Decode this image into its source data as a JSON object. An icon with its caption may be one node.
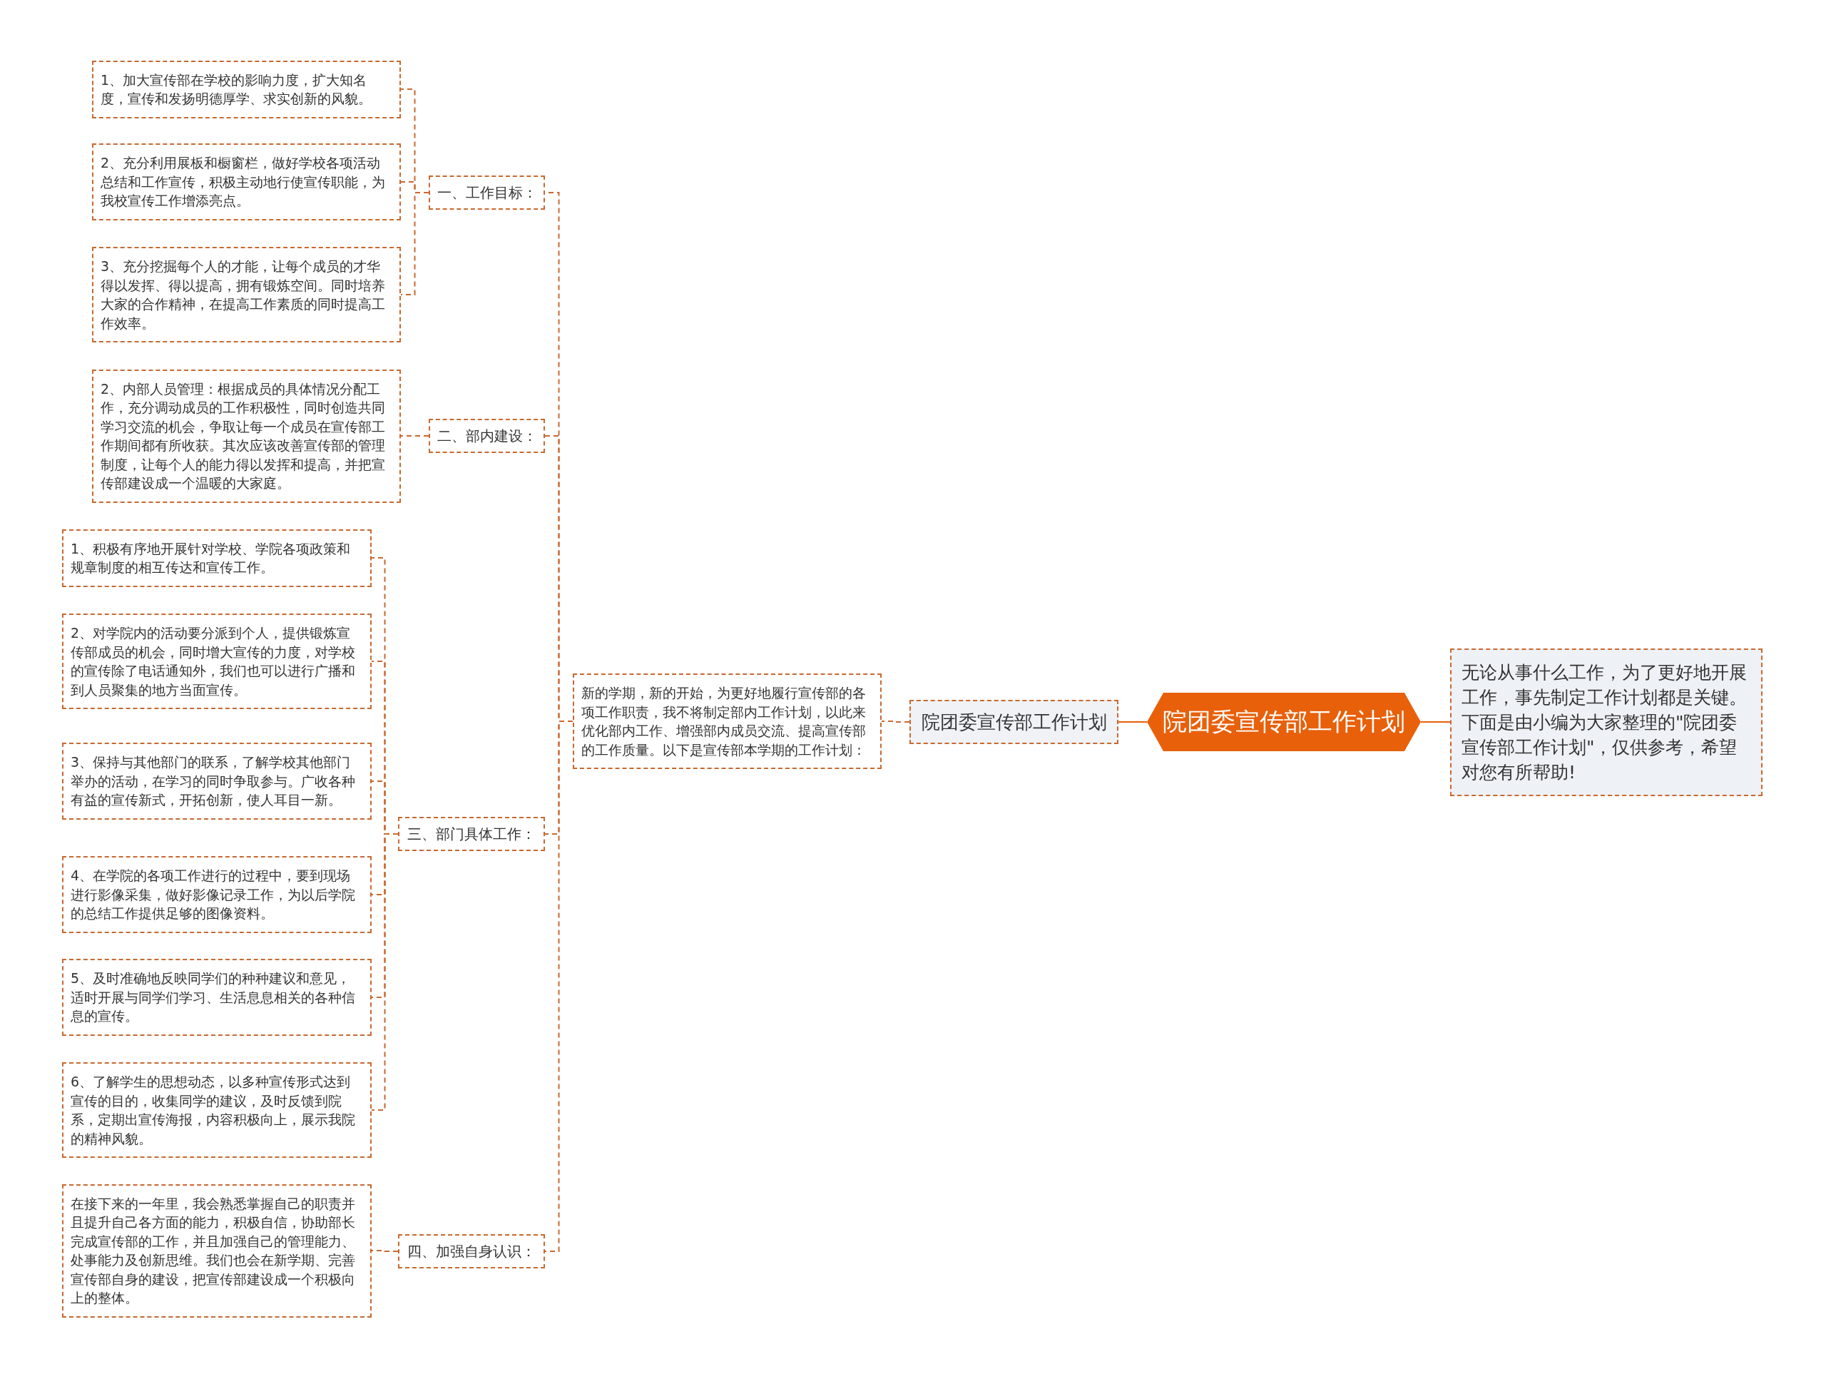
{
  "diagram": {
    "nodes": [
      {
        "text": [
          "院团委宣传部工作计划"
        ]
      },
      {
        "text": [
          "院团委宣传部工作计划"
        ]
      },
      {
        "text": [
          "无论从事什么工作，为了更好地开展工作，事先制定工作计划都是关键。下面是由小编为大家整理的\"院团委宣传部工作计划\"，仅供参考，希望对您有所帮助!"
        ]
      },
      {
        "text": [
          "新的学期，新的开始，为更好地履行宣传部的各项工作职责，我不将制定部内工作计划，以此来优化部内工作、增强部内成员交流、提高宣传部的工作质量。以下是宣传部本学期的工作计划："
        ]
      },
      {
        "text": [
          "一、工作目标："
        ]
      },
      {
        "text": [
          "1、加大宣传部在学校的影响力度，扩大知名度，宣传和发扬明德厚学、求实创新的风貌。"
        ]
      },
      {
        "text": [
          "2、充分利用展板和橱窗栏，做好学校各项活动总结和工作宣传，积极主动地行使宣传职能，为我校宣传工作增添亮点。"
        ]
      },
      {
        "text": [
          "3、充分挖掘每个人的才能，让每个成员的才华得以发挥、得以提高，拥有锻炼空间。同时培养大家的合作精神，在提高工作素质的同时提高工作效率。"
        ]
      },
      {
        "text": [
          "二、部内建设："
        ]
      },
      {
        "text": [
          "2、内部人员管理：根据成员的具体情况分配工作，充分调动成员的工作积极性，同时创造共同学习交流的机会，争取让每一个成员在宣传部工作期间都有所收获。其次应该改善宣传部的管理制度，让每个人的能力得以发挥和提高，并把宣传部建设成一个温暖的大家庭。"
        ]
      },
      {
        "text": [
          "三、部门具体工作："
        ]
      },
      {
        "text": [
          "1、积极有序地开展针对学校、学院各项政策和规章制度的相互传达和宣传工作。"
        ]
      },
      {
        "text": [
          "2、对学院内的活动要分派到个人，提供锻炼宣传部成员的机会，同时增大宣传的力度，对学校的宣传除了电话通知外，我们也可以进行广播和到人员聚集的地方当面宣传。"
        ]
      },
      {
        "text": [
          "3、保持与其他部门的联系，了解学校其他部门举办的活动，在学习的同时争取参与。广收各种有益的宣传新式，开拓创新，使人耳目一新。"
        ]
      },
      {
        "text": [
          "4、在学院的各项工作进行的过程中，要到现场进行影像采集，做好影像记录工作，为以后学院的总结工作提供足够的图像资料。"
        ]
      },
      {
        "text": [
          "5、及时准确地反映同学们的种种建议和意见，适时开展与同学们学习、生活息息相关的各种信息的宣传。"
        ]
      },
      {
        "text": [
          "6、了解学生的思想动态，以多种宣传形式达到宣传的目的，收集同学的建议，及时反馈到院系，定期出宣传海报，内容积极向上，展示我院的精神风貌。"
        ]
      },
      {
        "text": [
          "四、加强自身认识："
        ]
      },
      {
        "text": [
          "在接下来的一年里，我会熟悉掌握自己的职责并且提升自己各方面的能力，积极自信，协助部长完成宣传部的工作，并且加强自己的管理能力、处事能力及创新思维。我们也会在新学期、完善宣传部自身的建设，把宣传部建设成一个积极向上的整体。"
        ]
      }
    ],
    "edges": [
      {
        "from": 0,
        "to": 1,
        "arrow": "none",
        "color": "#e8600a"
      },
      {
        "from": 0,
        "to": 2,
        "arrow": "none",
        "color": "#e8600a"
      },
      {
        "from": 1,
        "to": 3,
        "arrow": "none",
        "style": "dashed"
      },
      {
        "from": 3,
        "to": 4,
        "arrow": "none",
        "style": "dashed"
      },
      {
        "from": 3,
        "to": 8,
        "arrow": "none",
        "style": "dashed"
      },
      {
        "from": 3,
        "to": 10,
        "arrow": "none",
        "style": "dashed"
      },
      {
        "from": 3,
        "to": 17,
        "arrow": "none",
        "style": "dashed"
      },
      {
        "from": 4,
        "to": 5,
        "arrow": "none",
        "style": "dashed"
      },
      {
        "from": 4,
        "to": 6,
        "arrow": "none",
        "style": "dashed"
      },
      {
        "from": 4,
        "to": 7,
        "arrow": "none",
        "style": "dashed"
      },
      {
        "from": 8,
        "to": 9,
        "arrow": "none",
        "style": "dashed"
      },
      {
        "from": 10,
        "to": 11,
        "arrow": "none",
        "style": "dashed"
      },
      {
        "from": 10,
        "to": 12,
        "arrow": "none",
        "style": "dashed"
      },
      {
        "from": 10,
        "to": 13,
        "arrow": "none",
        "style": "dashed"
      },
      {
        "from": 10,
        "to": 14,
        "arrow": "none",
        "style": "dashed"
      },
      {
        "from": 10,
        "to": 15,
        "arrow": "none",
        "style": "dashed"
      },
      {
        "from": 10,
        "to": 16,
        "arrow": "none",
        "style": "dashed"
      },
      {
        "from": 17,
        "to": 18,
        "arrow": "none",
        "style": "dashed"
      }
    ]
  }
}
